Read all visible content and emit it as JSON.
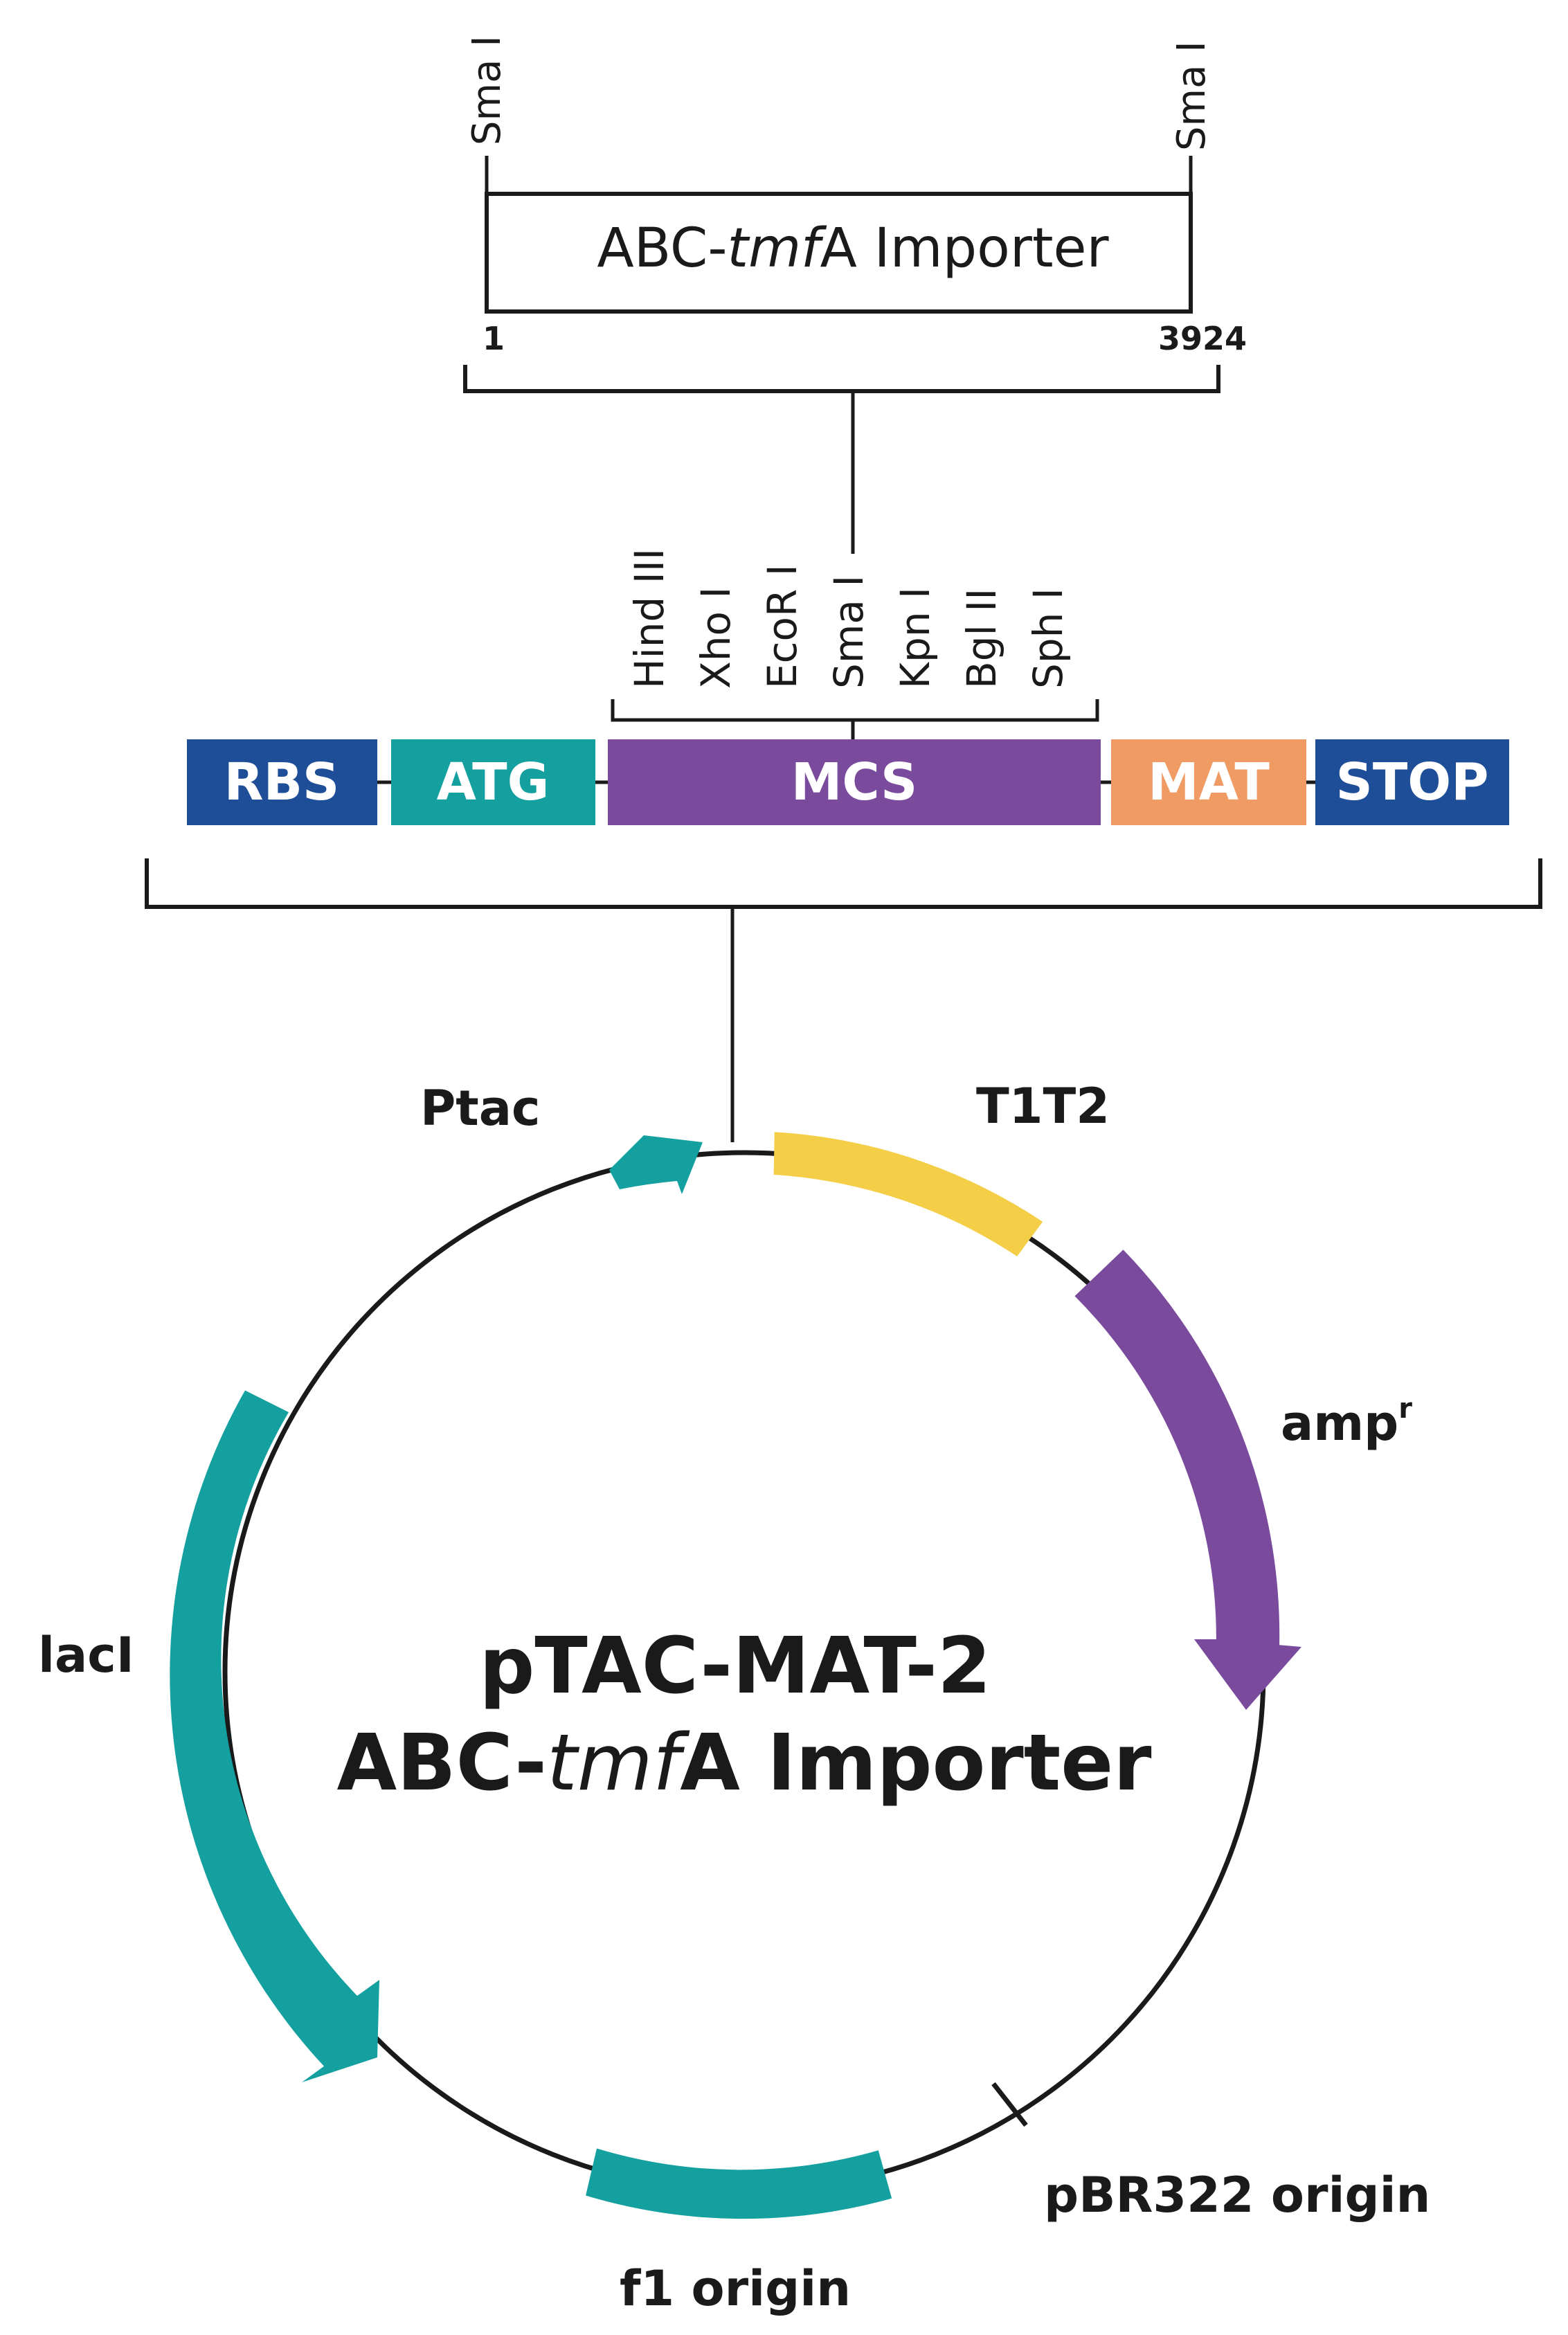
{
  "insert": {
    "label_prefix": "ABC-",
    "label_gene": "tmf",
    "label_suffix": "A Importer",
    "left_site": "Sma I",
    "right_site": "Sma I",
    "start": "1",
    "end": "3924"
  },
  "mcs_sites": [
    "Hind III",
    "Xho I",
    "EcoR I",
    "Sma I",
    "Kpn I",
    "Bgl II",
    "Sph I"
  ],
  "cassette": [
    {
      "label": "RBS",
      "color": "#1f4e99"
    },
    {
      "label": "ATG",
      "color": "#15a0a0"
    },
    {
      "label": "MCS",
      "color": "#7a4b9c"
    },
    {
      "label": "MAT",
      "color": "#f09a64"
    },
    {
      "label": "STOP",
      "color": "#1f4e99"
    }
  ],
  "plasmid": {
    "name": "pTAC-MAT-2",
    "insert_prefix": "ABC-",
    "insert_gene": "tmf",
    "insert_suffix": "A Importer",
    "features": {
      "ptac": {
        "label": "Ptac",
        "color": "#15a0a0"
      },
      "t1t2": {
        "label": "T1T2",
        "color": "#f5ce48"
      },
      "ampr": {
        "label": "amp",
        "sup": "r",
        "color": "#7a4b9c"
      },
      "laci": {
        "label": "lacI",
        "color": "#15a0a0"
      },
      "f1": {
        "label": "f1 origin",
        "color": "#15a0a0"
      },
      "pbr322": {
        "label": "pBR322 origin"
      }
    }
  }
}
